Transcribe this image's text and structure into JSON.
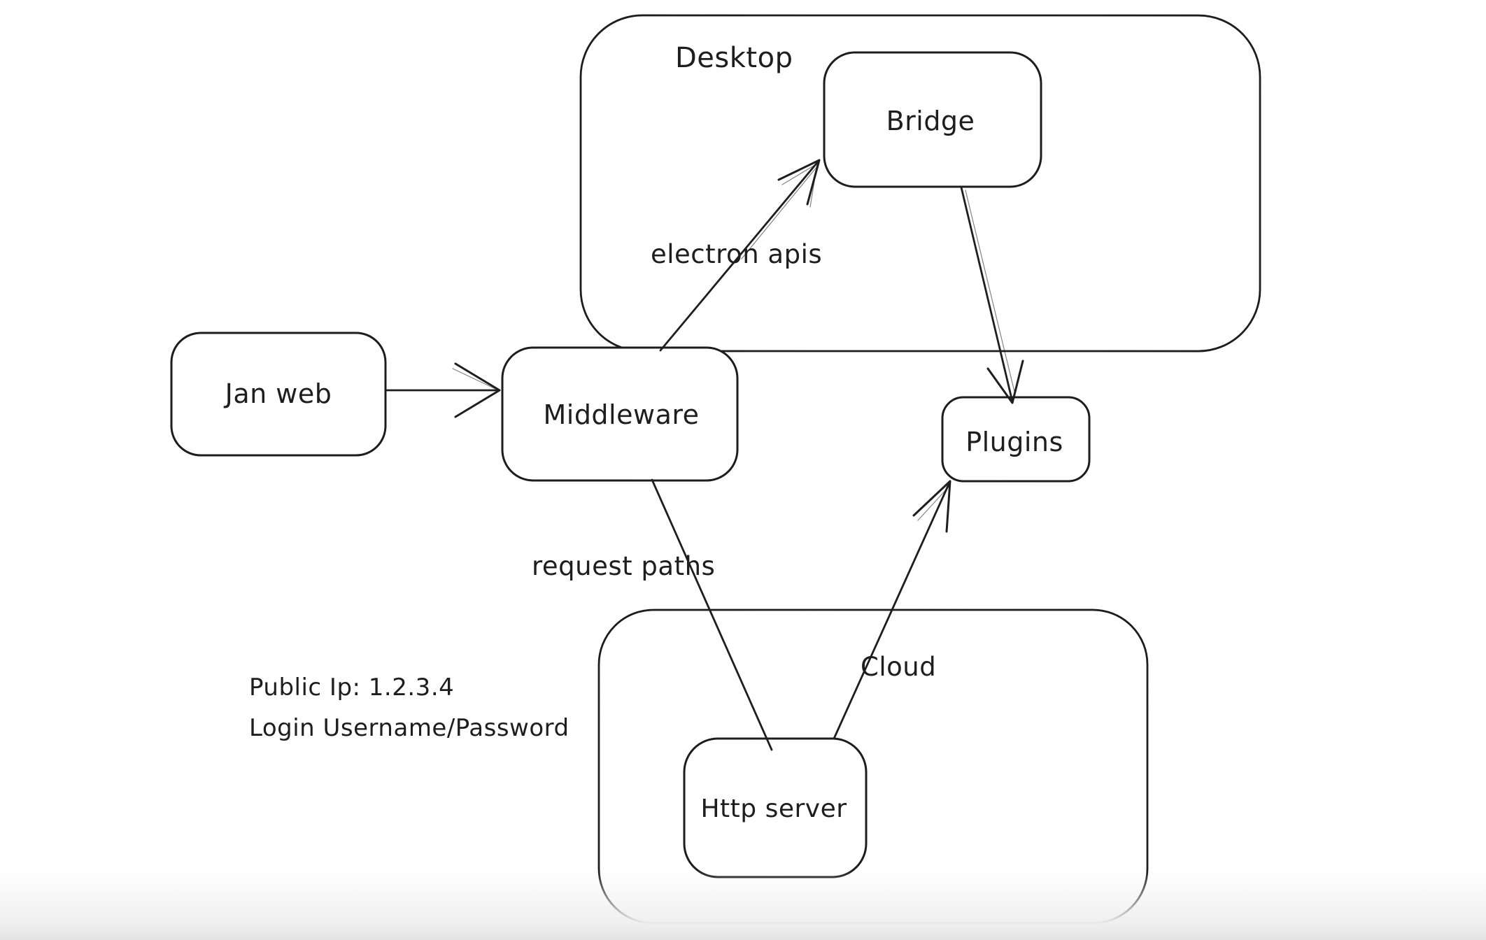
{
  "colors": {
    "stroke": "#1e1e1e",
    "background": "#ffffff",
    "bottom_fade": "#e2e2e2"
  },
  "containers": {
    "desktop": {
      "label": "Desktop"
    },
    "cloud": {
      "label": "Cloud"
    }
  },
  "nodes": {
    "jan_web": {
      "label": "Jan web"
    },
    "middleware": {
      "label": "Middleware"
    },
    "bridge": {
      "label": "Bridge"
    },
    "plugins": {
      "label": "Plugins"
    },
    "http_server": {
      "label": "Http server"
    }
  },
  "edges": [
    {
      "from": "Jan web",
      "to": "Middleware",
      "label": "",
      "arrowhead": "at Middleware"
    },
    {
      "from": "Middleware",
      "to": "Bridge",
      "label": "electron apis",
      "arrowhead": "at Bridge"
    },
    {
      "from": "Bridge",
      "to": "Plugins",
      "label": "",
      "arrowhead": "at Plugins"
    },
    {
      "from": "Middleware",
      "to": "Http server",
      "label": "request paths",
      "arrowhead": "none"
    },
    {
      "from": "Http server",
      "to": "Plugins",
      "label": "",
      "arrowhead": "at Plugins"
    }
  ],
  "annotations": {
    "public_ip": {
      "text": "Public Ip: 1.2.3.4"
    },
    "login": {
      "text": "Login Username/Password"
    }
  }
}
